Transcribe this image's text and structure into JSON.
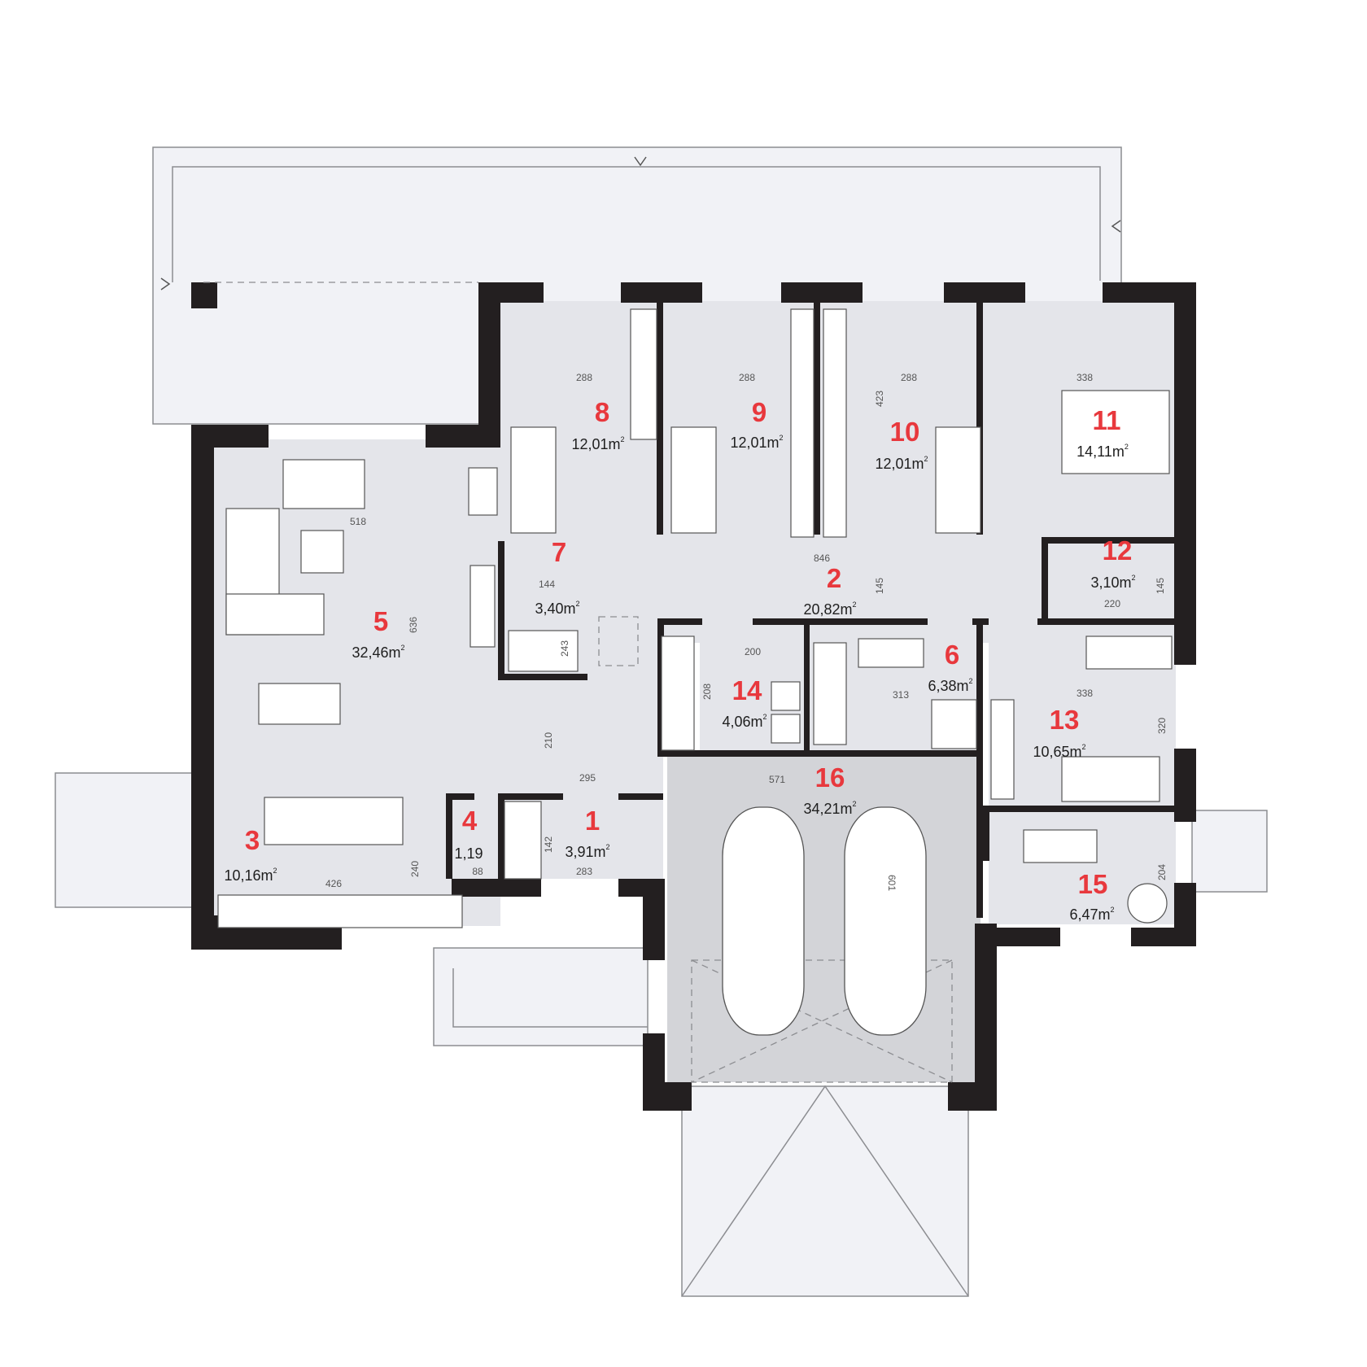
{
  "colors": {
    "wall": "#231f20",
    "floor": "#e4e5ea",
    "garage_floor": "#d3d4d8",
    "terrace": "#f1f2f6",
    "outline": "#8c8d91",
    "room_number": "#e8383d",
    "text": "#1e1e1e",
    "dimension": "#555555"
  },
  "rooms": [
    {
      "number": "1",
      "area": "3,91m",
      "width": "283",
      "height": "142"
    },
    {
      "number": "2",
      "area": "20,82m",
      "width": "846",
      "height": "145"
    },
    {
      "number": "3",
      "area": "10,16m",
      "width": "426",
      "height": "240"
    },
    {
      "number": "4",
      "area": "1,19",
      "width": "88"
    },
    {
      "number": "5",
      "area": "32,46m",
      "width": "518",
      "height": "636"
    },
    {
      "number": "6",
      "area": "6,38m",
      "width": "313"
    },
    {
      "number": "7",
      "area": "3,40m",
      "width": "144",
      "height": "243"
    },
    {
      "number": "8",
      "area": "12,01m",
      "width": "288"
    },
    {
      "number": "9",
      "area": "12,01m",
      "width": "288"
    },
    {
      "number": "10",
      "area": "12,01m",
      "width": "288",
      "height": "423"
    },
    {
      "number": "11",
      "area": "14,11m",
      "width": "338"
    },
    {
      "number": "12",
      "area": "3,10m",
      "width": "220",
      "height": "145"
    },
    {
      "number": "13",
      "area": "10,65m",
      "width": "338",
      "height": "320"
    },
    {
      "number": "14",
      "area": "4,06m",
      "width": "200",
      "height": "208"
    },
    {
      "number": "15",
      "area": "6,47m",
      "height": "204"
    },
    {
      "number": "16",
      "area": "34,21m",
      "width": "571",
      "height": "601"
    }
  ],
  "extra_dimensions": {
    "hall_depth": "295",
    "corridor_depth": "210"
  },
  "area_unit_superscript": "2"
}
